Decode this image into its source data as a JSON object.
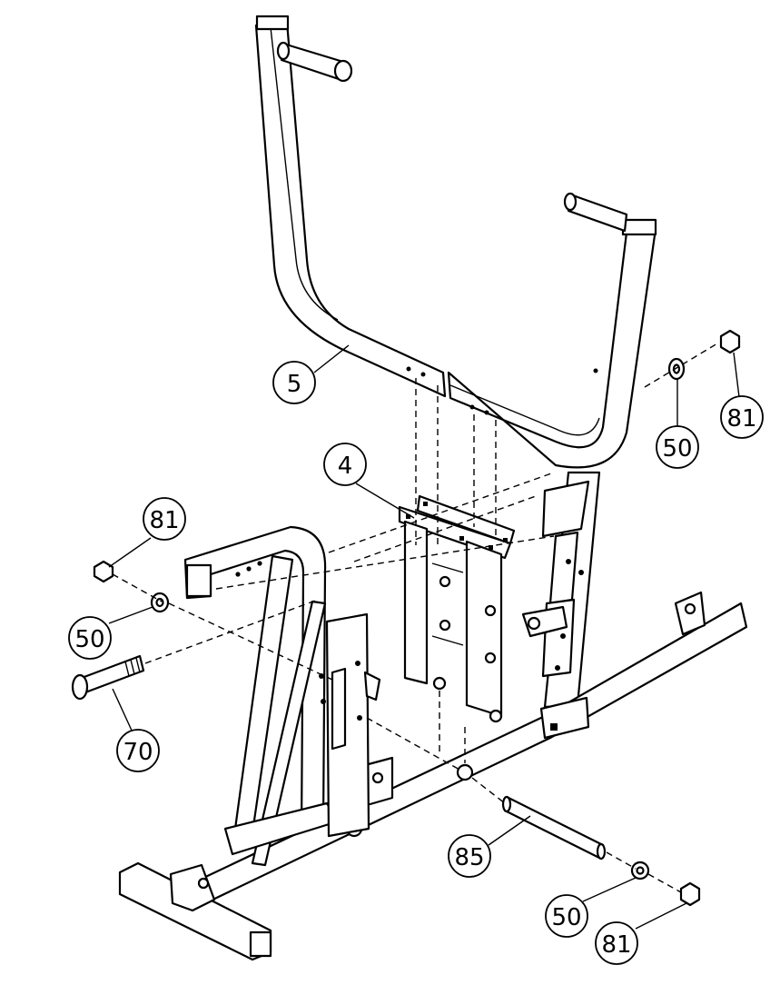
{
  "callouts": [
    {
      "id": "c5",
      "label": "5"
    },
    {
      "id": "c81a",
      "label": "81"
    },
    {
      "id": "c50a",
      "label": "50"
    },
    {
      "id": "c4",
      "label": "4"
    },
    {
      "id": "c81b",
      "label": "81"
    },
    {
      "id": "c50b",
      "label": "50"
    },
    {
      "id": "c70",
      "label": "70"
    },
    {
      "id": "c85",
      "label": "85"
    },
    {
      "id": "c50c",
      "label": "50"
    },
    {
      "id": "c81c",
      "label": "81"
    }
  ]
}
